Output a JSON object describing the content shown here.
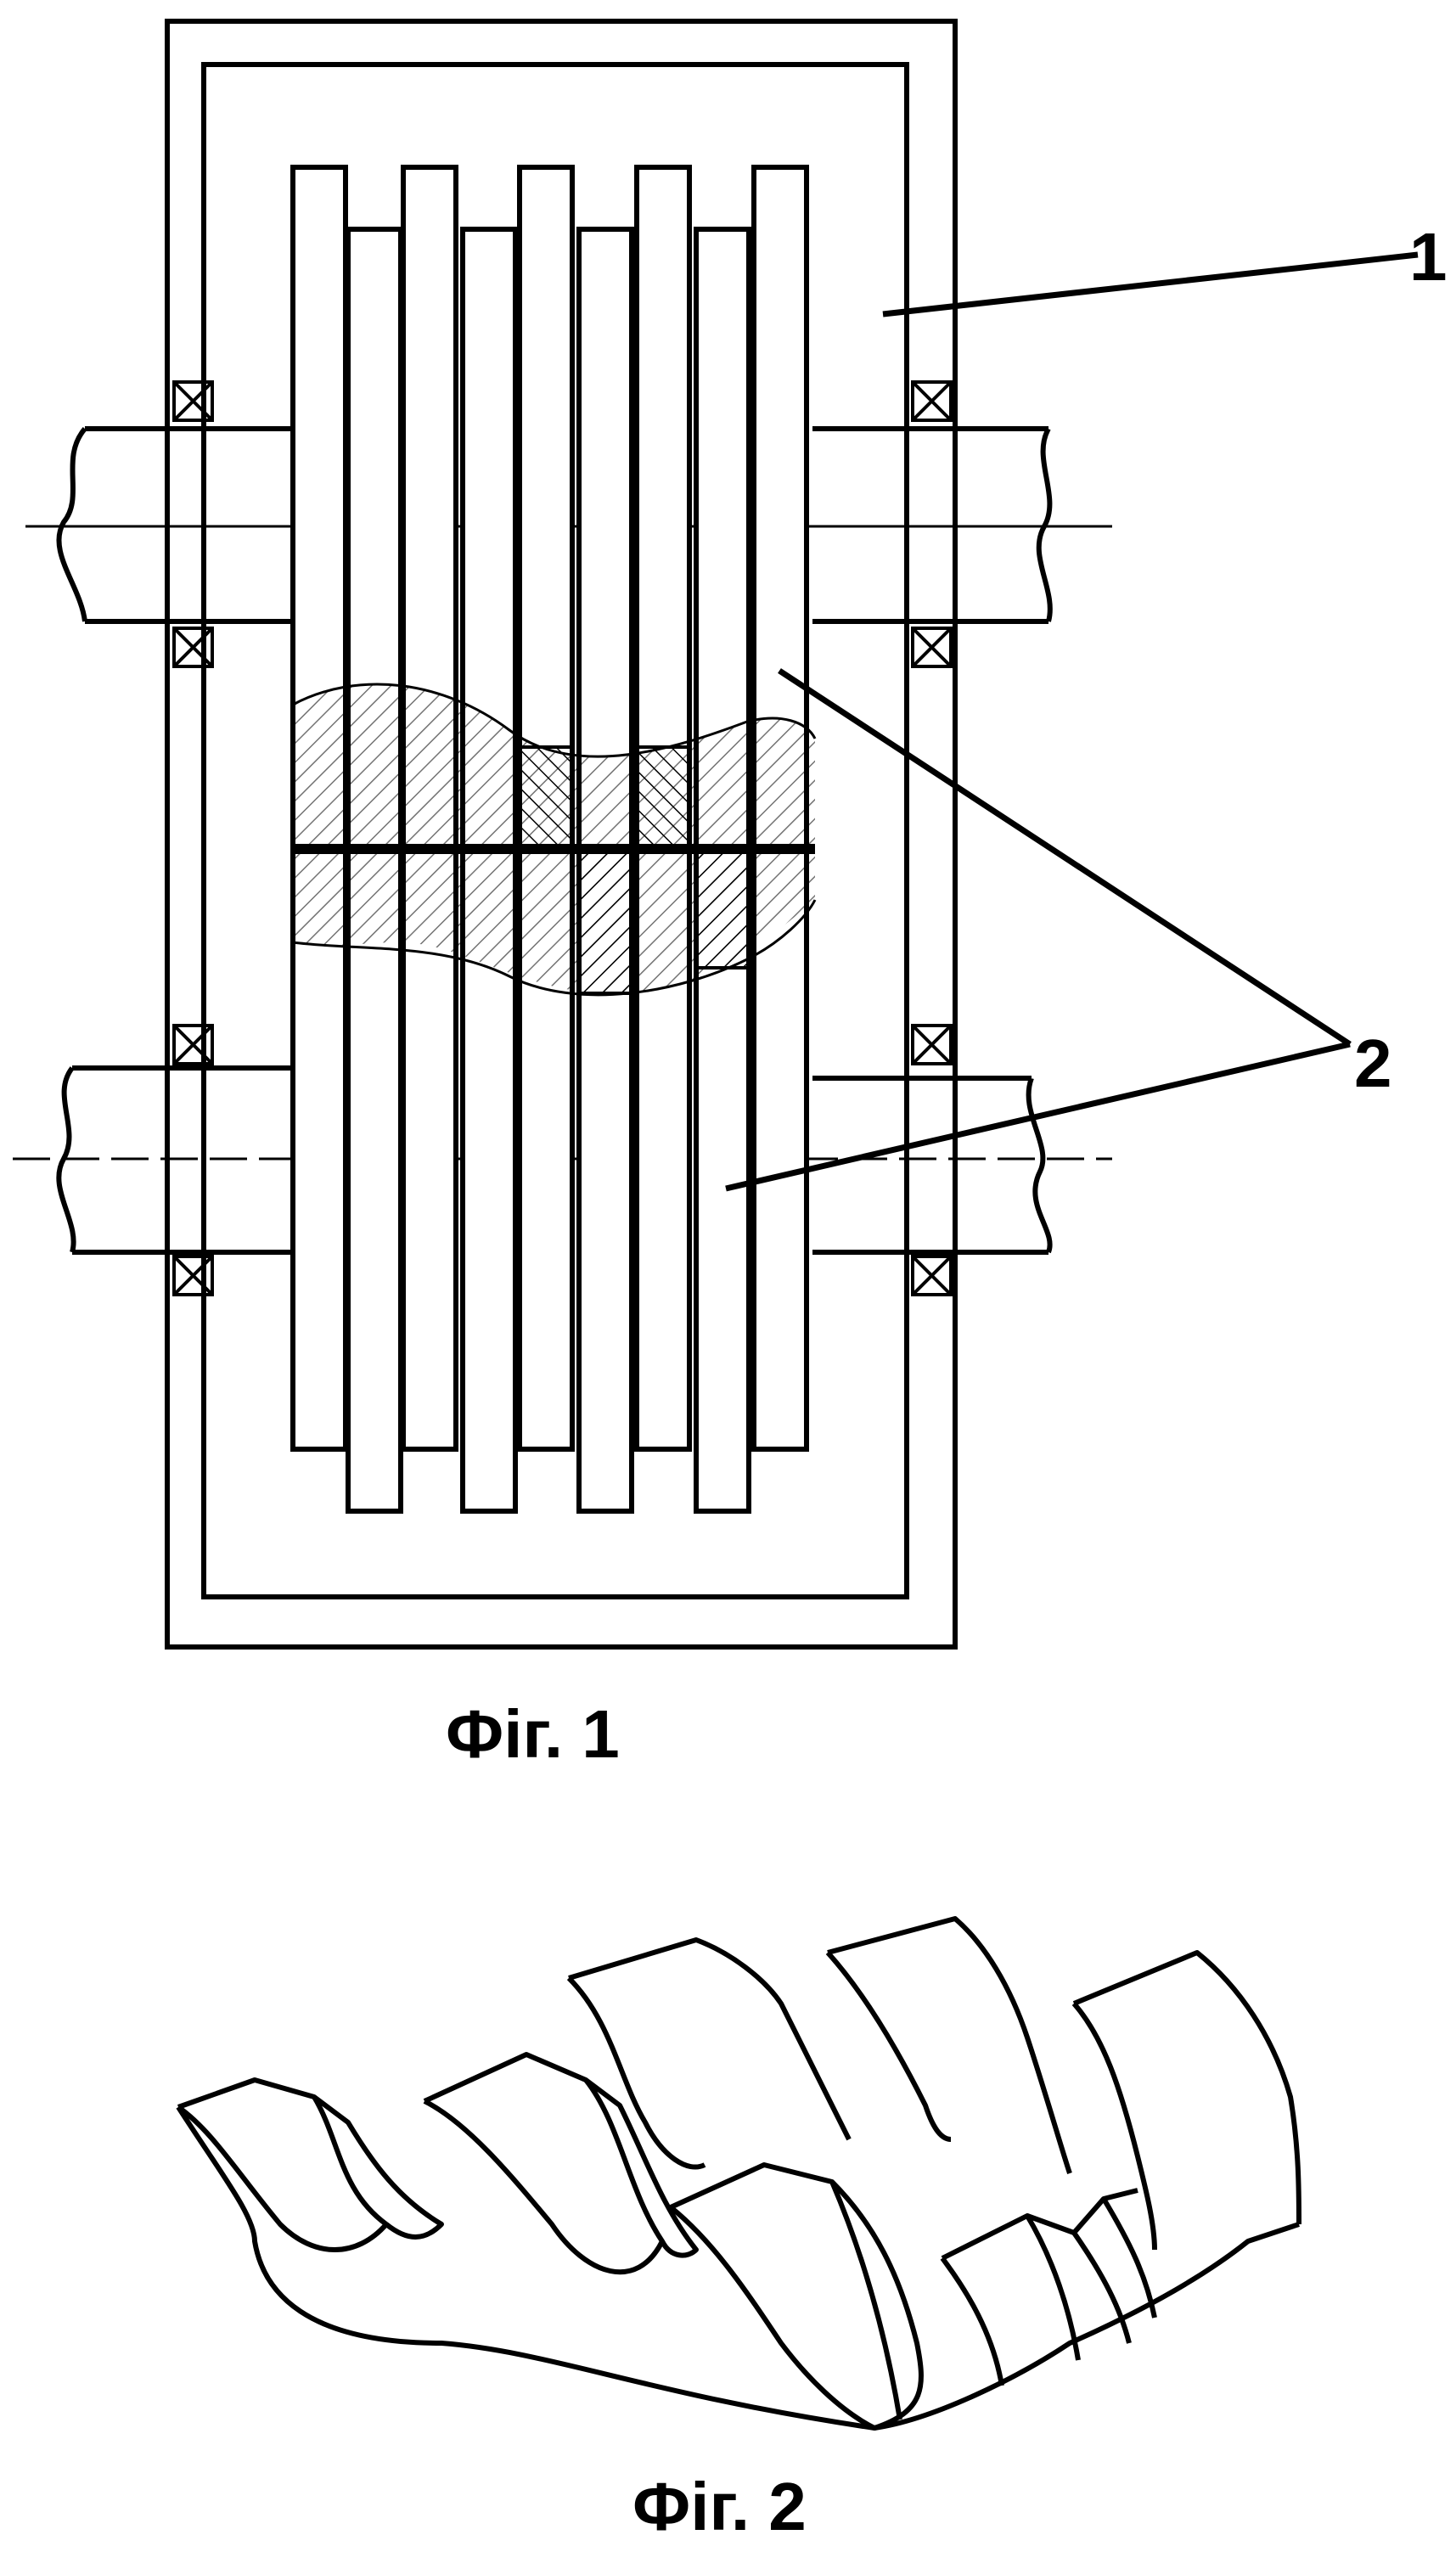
{
  "figures": [
    {
      "id": "fig1",
      "caption": "Фіг. 1"
    },
    {
      "id": "fig2",
      "caption": "Фіг. 2"
    }
  ],
  "callouts": [
    {
      "id": "housing",
      "label": "1"
    },
    {
      "id": "gears",
      "label": "2"
    }
  ],
  "colors": {
    "ink": "#000000",
    "paper": "#ffffff"
  }
}
